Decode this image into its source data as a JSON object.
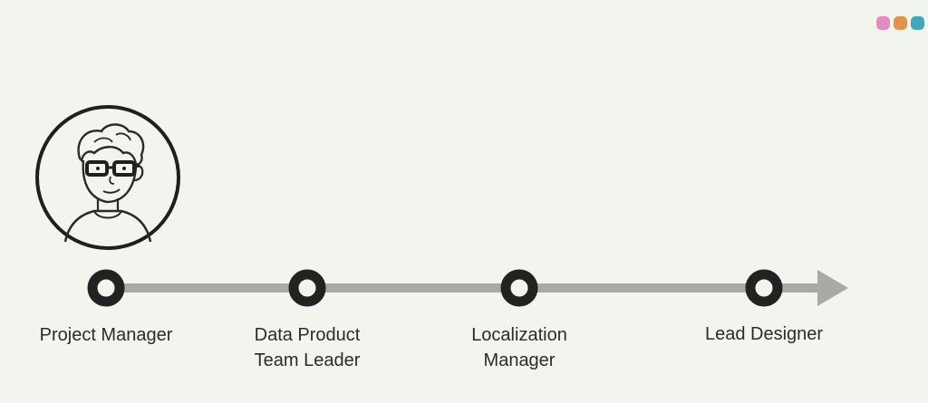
{
  "logo": {
    "colors": [
      "#e48bc0",
      "#e0934a",
      "#3fa8c0"
    ]
  },
  "timeline": {
    "line_color": "#a8aaa6",
    "node_color": "#222222",
    "nodes": [
      {
        "label": "Project Manager"
      },
      {
        "label": "Data Product\nTeam Leader"
      },
      {
        "label": "Localization\nManager"
      },
      {
        "label": "Lead Designer"
      }
    ]
  }
}
